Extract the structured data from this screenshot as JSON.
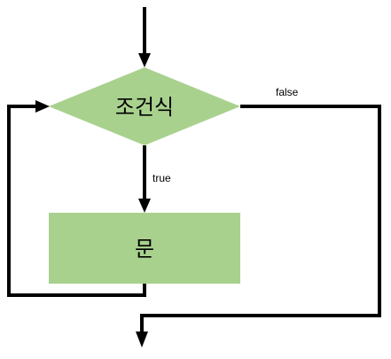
{
  "diagram": {
    "type": "flowchart",
    "nodes": {
      "condition": {
        "label": "조건식",
        "shape": "diamond"
      },
      "statement": {
        "label": "문",
        "shape": "rectangle"
      }
    },
    "edges": {
      "true_label": "true",
      "false_label": "false"
    },
    "colors": {
      "node_fill": "#a9d18e",
      "line": "#000000",
      "background": "#ffffff"
    }
  }
}
